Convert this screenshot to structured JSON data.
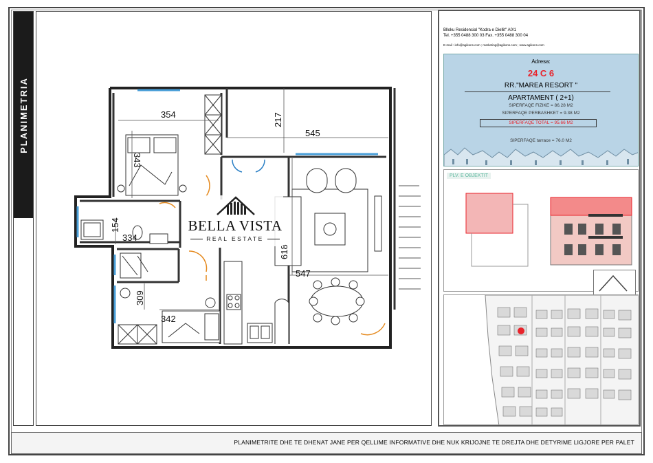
{
  "side_label": "PLANIMETRIA",
  "plan": {
    "dimensions": {
      "d354": "354",
      "d217": "217",
      "d545": "545",
      "d343": "343",
      "d154": "154",
      "d334": "334",
      "d618": "618",
      "d547": "547",
      "d309": "309",
      "d342": "342"
    },
    "logo": {
      "brand": "BELLA VISTA",
      "tagline": "REAL ESTATE"
    }
  },
  "info": {
    "header_lines": [
      "Blloku Residencial \"Kodra e Diellit\" A0/1",
      "Tel. +355 0488 300 03   Fax. +355 0488 300 04",
      "E-mail : info@agikons.com ; marketing@agikons.com ; www.agikons.com"
    ],
    "address_label": "Adresa:",
    "address_code": "24 C 6",
    "street": "RR.\"MAREA RESORT \"",
    "apartment": "APARTAMENT  ( 2+1)",
    "area_physical": "SIPERFAQE  FIZIKE  = 86.28 M2",
    "area_shared": "SIPERFAQE  PERBASHKET = 9.38 M2",
    "area_total": "SIPERFAQE  TOTAL  = 95.66 M2",
    "area_terrace": "SIPERFAQE  tarrace  = 76.0 M2",
    "object_label": "PLV. E OBJEKTIT",
    "north": "N"
  },
  "footer": "PLANIMETRITE DHE TE DHENAT JANE PER QELLIME INFORMATIVE DHE NUK KRIJOJNE TE DREJTA DHE DETYRIME LIGJORE PER PALET",
  "colors": {
    "accent_red": "#e8232b",
    "panel_blue": "#b9d4e6",
    "window_blue": "#4a9fd8",
    "door_orange": "#e58a1f"
  }
}
